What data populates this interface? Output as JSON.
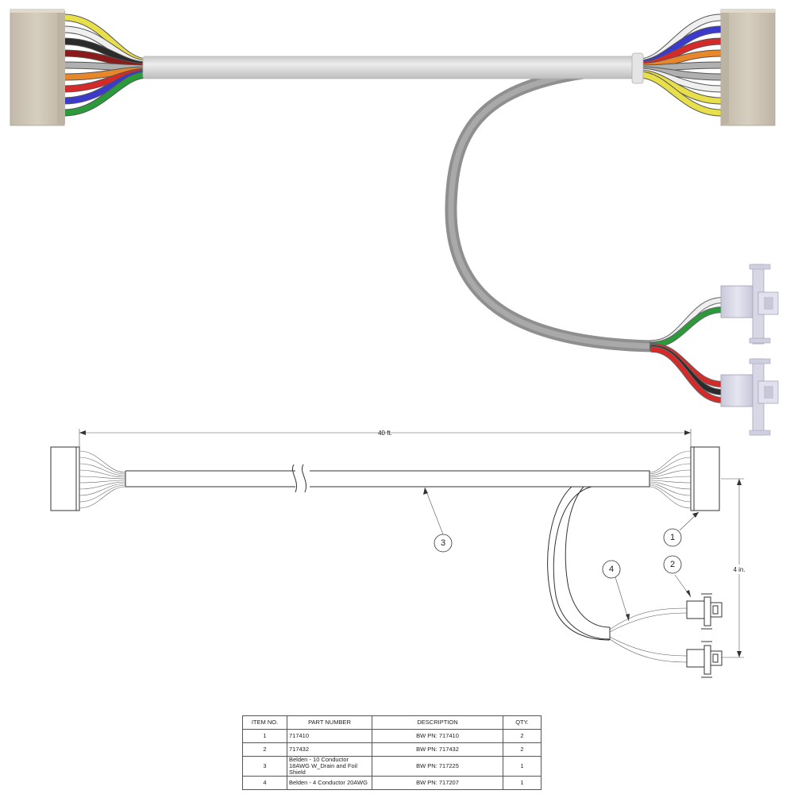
{
  "drawing": {
    "dim_length": "40 ft.",
    "dim_height": "4 in.",
    "balloons": [
      "1",
      "2",
      "3",
      "4"
    ]
  },
  "render_colors": {
    "housing": "#cfc6b8",
    "housing_dark": "#b7ad9e",
    "jacket_main": "#d9d9d9",
    "jacket_branch": "#9b9b9b",
    "wires": [
      "#e8e04a",
      "#efefef",
      "#2b2b2b",
      "#8b1a1a",
      "#b0b0b0",
      "#e8862a",
      "#d42a2a",
      "#3a3acc",
      "#2a9a3a"
    ],
    "connector_small": "#dcdcea"
  },
  "bom": {
    "headers": [
      "ITEM NO.",
      "PART NUMBER",
      "DESCRIPTION",
      "QTY."
    ],
    "rows": [
      {
        "item": "1",
        "part": "717410",
        "desc": "BW PN: 717410",
        "qty": "2"
      },
      {
        "item": "2",
        "part": "717432",
        "desc": "BW PN: 717432",
        "qty": "2"
      },
      {
        "item": "3",
        "part": "Belden - 10 Conductor 18AWG W_Drain and Foil Shield",
        "desc": "BW PN: 717225",
        "qty": "1"
      },
      {
        "item": "4",
        "part": "Belden - 4 Conductor 20AWG",
        "desc": "BW PN: 717207",
        "qty": "1"
      }
    ]
  }
}
